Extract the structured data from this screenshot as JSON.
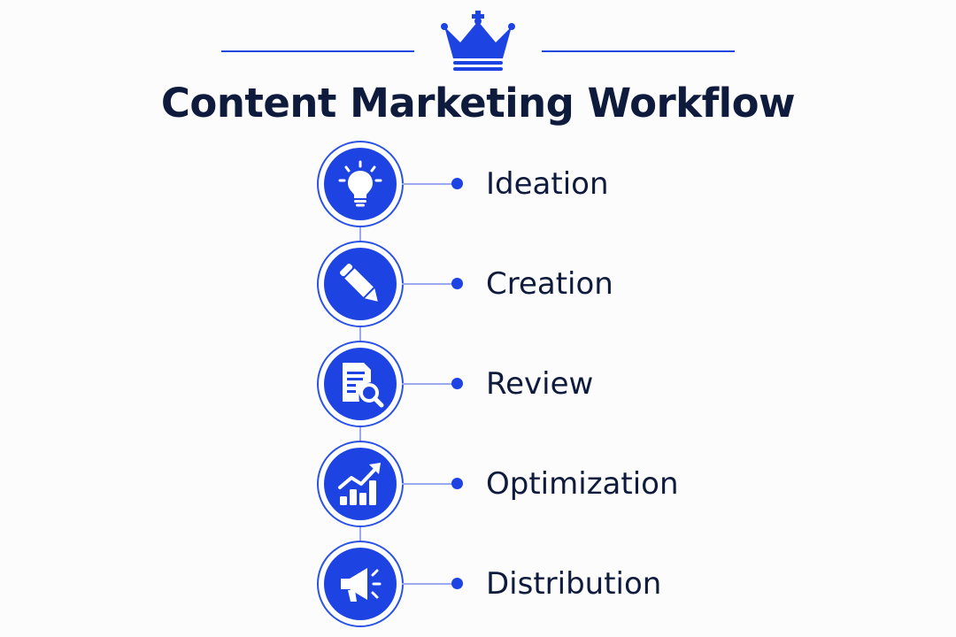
{
  "header": {
    "title": "Content Marketing Workflow",
    "emblem_icon": "crown-icon"
  },
  "colors": {
    "accent": "#1d44e2",
    "text": "#0f1b3d",
    "connector": "#9aa9f0",
    "background": "#fcfcfd"
  },
  "steps": [
    {
      "label": "Ideation",
      "icon": "lightbulb-icon"
    },
    {
      "label": "Creation",
      "icon": "pencil-icon"
    },
    {
      "label": "Review",
      "icon": "document-search-icon"
    },
    {
      "label": "Optimization",
      "icon": "growth-chart-icon"
    },
    {
      "label": "Distribution",
      "icon": "megaphone-icon"
    }
  ]
}
